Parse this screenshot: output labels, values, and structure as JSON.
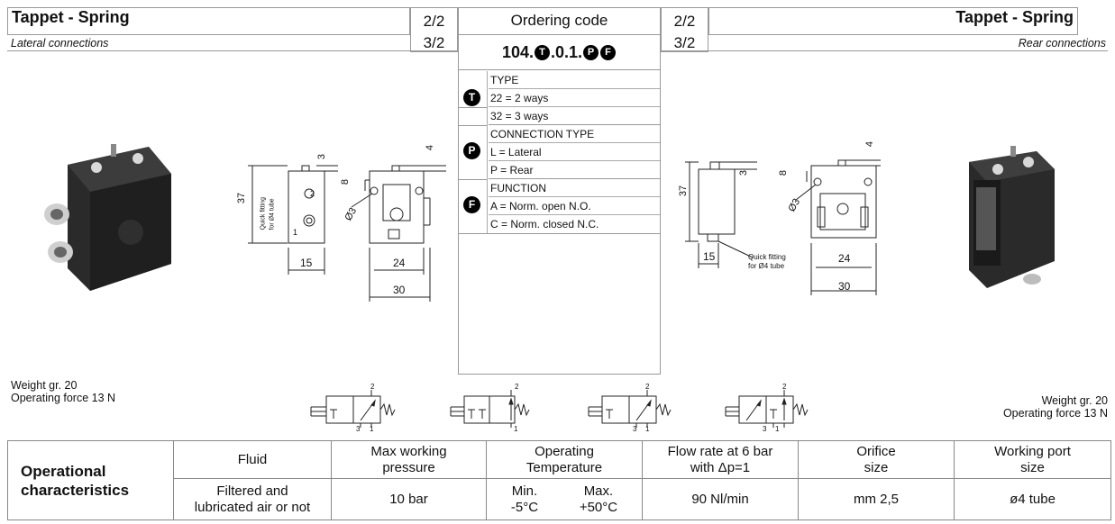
{
  "left_header": {
    "title": "Tappet - Spring",
    "subtitle": "Lateral connections",
    "ways_top": "2/2",
    "ways_bottom": "3/2"
  },
  "right_header": {
    "title": "Tappet - Spring",
    "subtitle": "Rear connections",
    "ways_top": "2/2",
    "ways_bottom": "3/2"
  },
  "ordering": {
    "heading": "Ordering code",
    "code_prefix": "104.",
    "code_mid": ".0.1.",
    "badge_t": "T",
    "badge_p": "P",
    "badge_f": "F",
    "groups": [
      {
        "badge": "T",
        "title": "TYPE",
        "options": [
          "22 = 2 ways",
          "32 = 3 ways"
        ]
      },
      {
        "badge": "P",
        "title": "CONNECTION TYPE",
        "options": [
          "L = Lateral",
          "P = Rear"
        ]
      },
      {
        "badge": "F",
        "title": "FUNCTION",
        "options": [
          "A = Norm. open N.O.",
          "C = Norm. closed N.C."
        ]
      }
    ]
  },
  "drawings": {
    "left": {
      "dim_37": "37",
      "dim_15": "15",
      "dim_3": "3",
      "dim_8": "8",
      "dim_4": "4",
      "dim_24": "24",
      "dim_30": "30",
      "dim_dia3": "Ø3",
      "fitting_line1": "Quick fitting",
      "fitting_line2": "for Ø4 tube",
      "port_1": "1",
      "port_2": "2"
    },
    "right": {
      "dim_37": "37",
      "dim_15": "15",
      "dim_3": "3",
      "dim_8": "8",
      "dim_4": "4",
      "dim_24": "24",
      "dim_30": "30",
      "dim_dia3": "Ø3",
      "fitting_line1": "Quick fitting",
      "fitting_line2": "for Ø4 tube"
    }
  },
  "symbols": [
    {
      "top": "2",
      "bottom_left": "3",
      "bottom_right": "1"
    },
    {
      "top": "2",
      "bottom_right": "1"
    },
    {
      "top": "2",
      "bottom_left": "3",
      "bottom_right": "1"
    },
    {
      "top": "2",
      "bottom_left": "3",
      "bottom_right": "1"
    }
  ],
  "left_specs": {
    "weight": "Weight gr. 20",
    "force": "Operating force 13 N"
  },
  "right_specs": {
    "weight": "Weight gr. 20",
    "force": "Operating force 13 N"
  },
  "operational": {
    "heading_line1": "Operational",
    "heading_line2": "characteristics",
    "columns": [
      {
        "header_line1": "Fluid",
        "header_line2": "",
        "value_line1": "Filtered and",
        "value_line2": "lubricated air or not"
      },
      {
        "header_line1": "Max working",
        "header_line2": "pressure",
        "value_line1": "10 bar",
        "value_line2": ""
      },
      {
        "header_line1": "Operating",
        "header_line2": "Temperature",
        "min_label": "Min.",
        "min_value": "-5°C",
        "max_label": "Max.",
        "max_value": "+50°C"
      },
      {
        "header_line1": "Flow rate at 6 bar",
        "header_line2": "with Δp=1",
        "value_line1": "90 Nl/min",
        "value_line2": ""
      },
      {
        "header_line1": "Orifice",
        "header_line2": "size",
        "value_line1": "mm 2,5",
        "value_line2": ""
      },
      {
        "header_line1": "Working port",
        "header_line2": "size",
        "value_line1": "ø4 tube",
        "value_line2": ""
      }
    ]
  }
}
